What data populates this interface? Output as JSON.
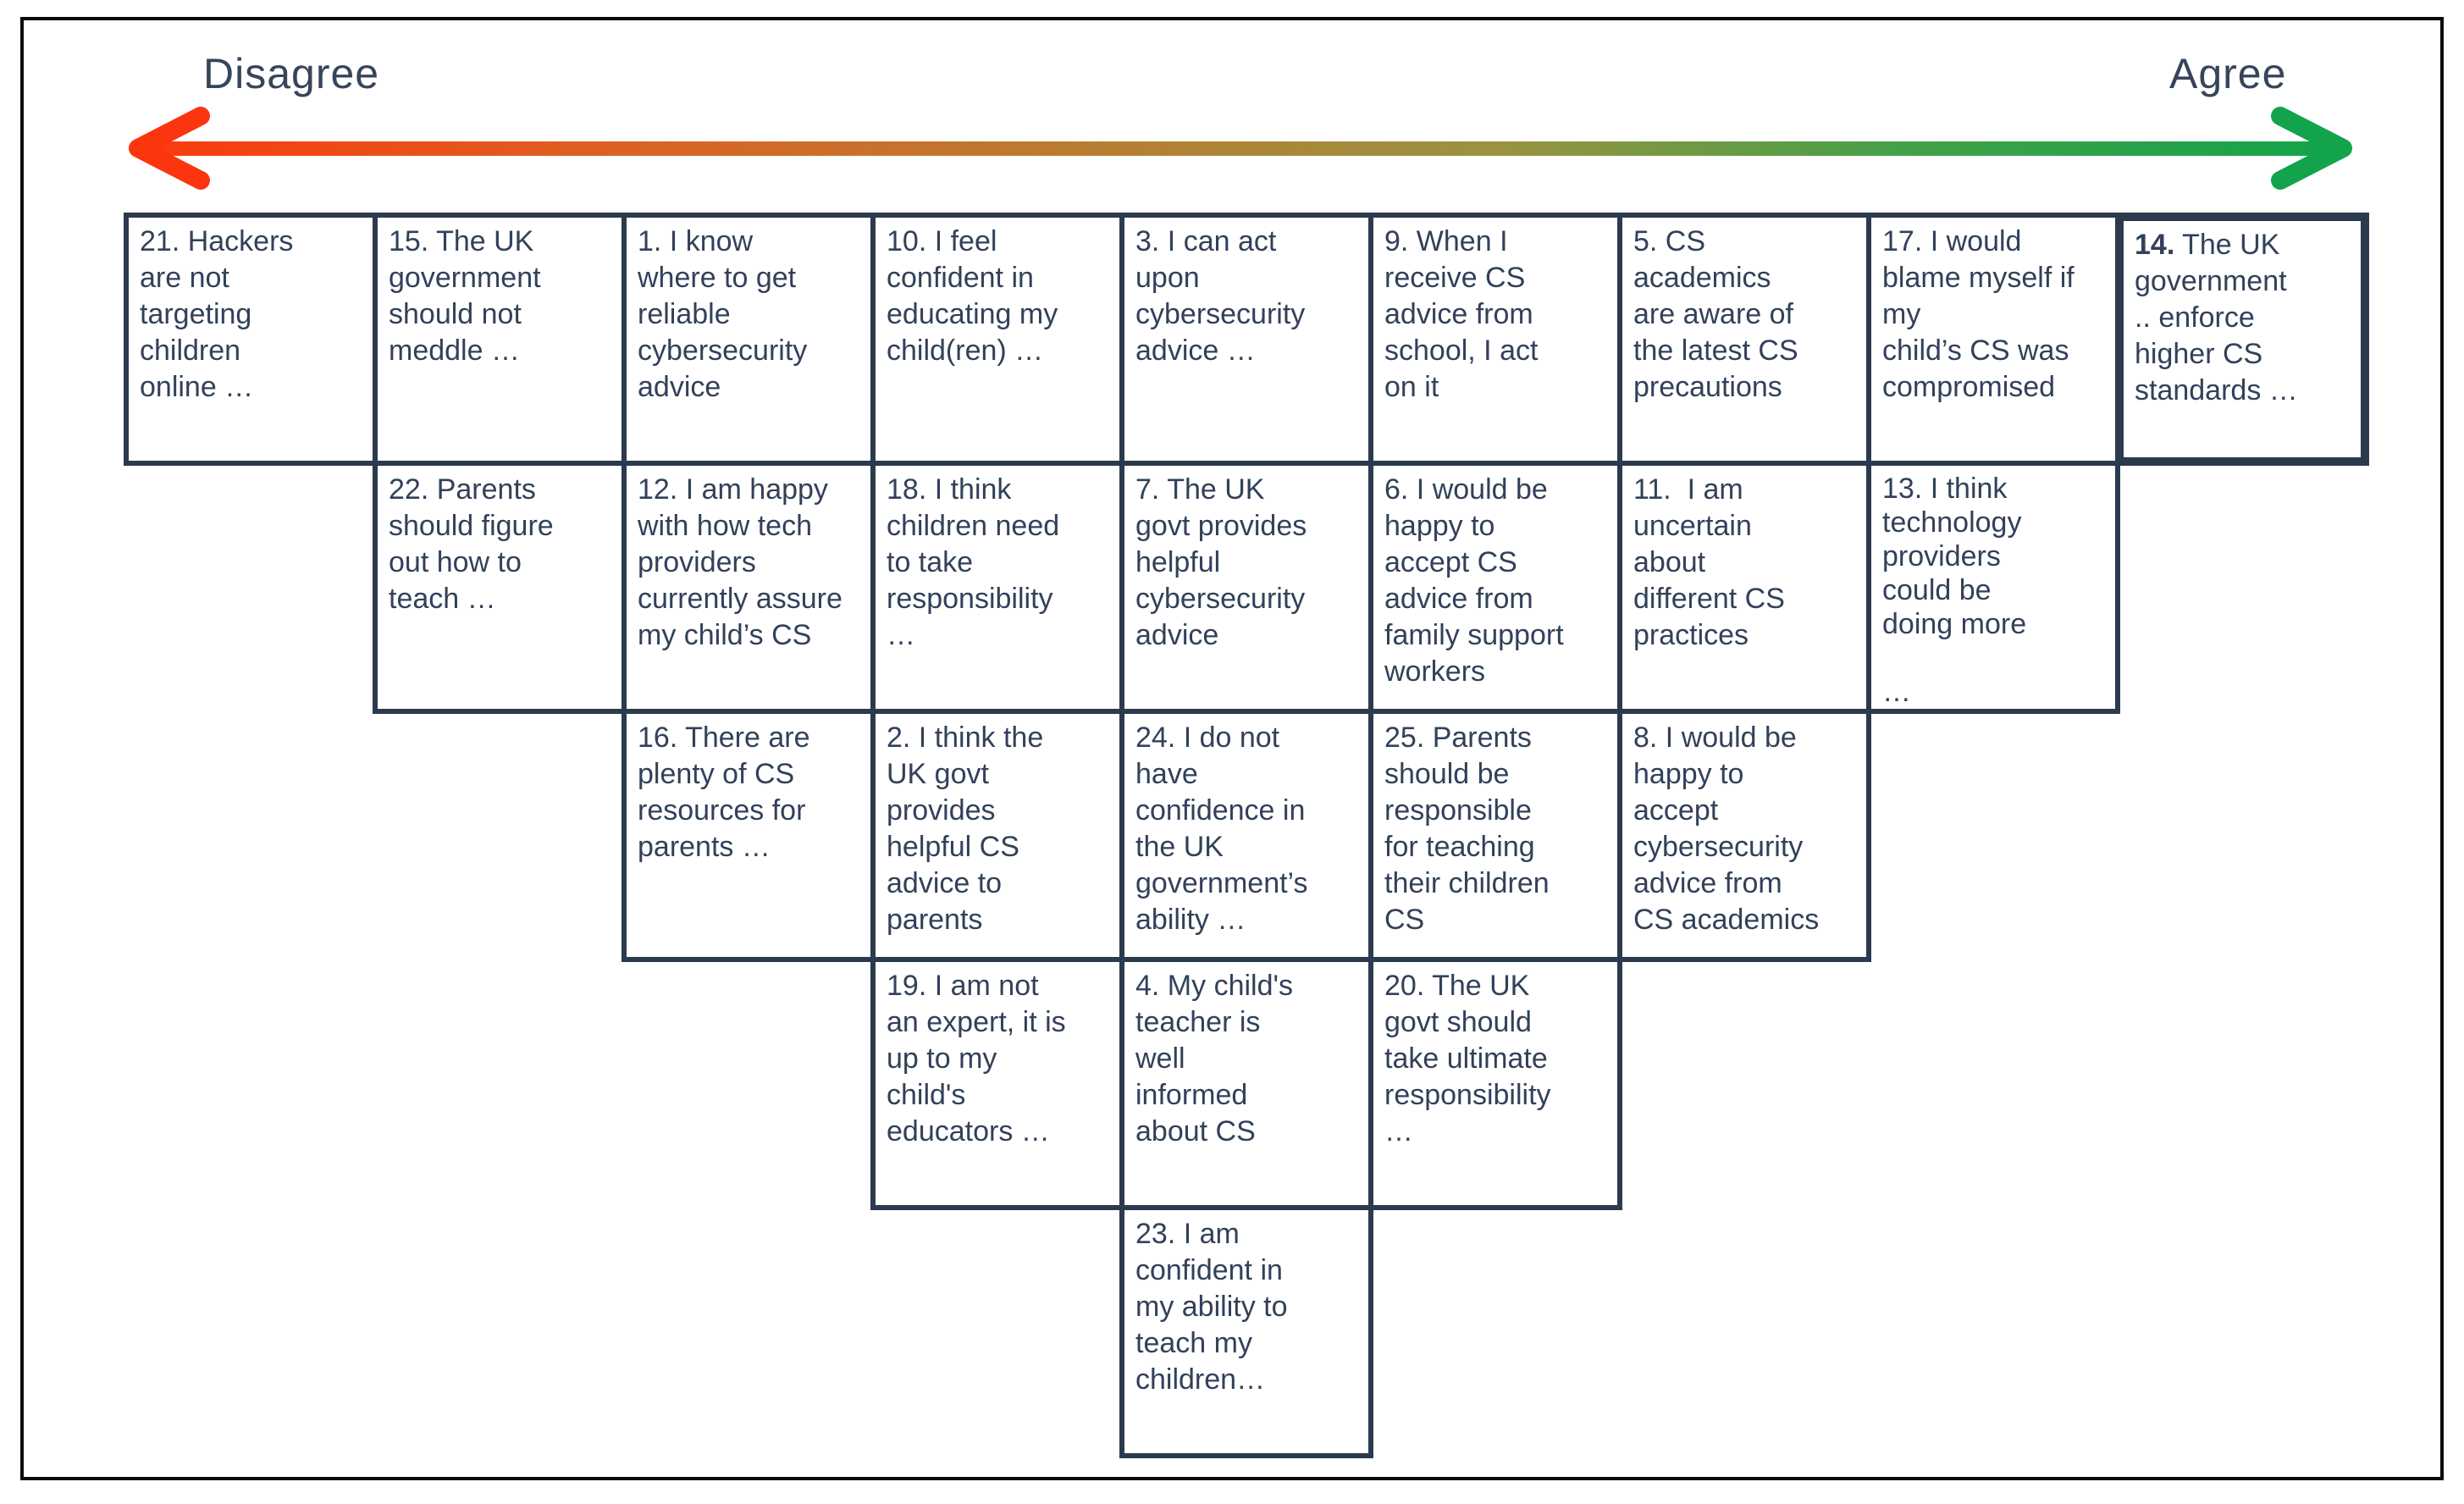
{
  "axis": {
    "left_label": "Disagree",
    "right_label": "Agree"
  },
  "colors": {
    "text": "#32415a",
    "cell_border": "#2c3a4e",
    "outer_frame": "#0a0a0a",
    "arrow_red": "#fb350e",
    "arrow_orange": "#d4682a",
    "arrow_olive": "#a98c3a",
    "arrow_green": "#13a44b"
  },
  "grid": {
    "columns": 9,
    "rows": 5,
    "cells": [
      {
        "id": 21,
        "row": 1,
        "col": 1,
        "text": "21. Hackers\nare not\ntargeting\nchildren\nonline …"
      },
      {
        "id": 15,
        "row": 1,
        "col": 2,
        "text": "15. The UK\ngovernment\nshould not\nmeddle …"
      },
      {
        "id": 1,
        "row": 1,
        "col": 3,
        "text": "1. I know\nwhere to get\nreliable\ncybersecurity\nadvice"
      },
      {
        "id": 10,
        "row": 1,
        "col": 4,
        "text": "10. I feel\nconfident in\neducating my\nchild(ren) …"
      },
      {
        "id": 3,
        "row": 1,
        "col": 5,
        "text": "3. I can act\nupon\ncybersecurity\nadvice …"
      },
      {
        "id": 9,
        "row": 1,
        "col": 6,
        "text": "9. When I\nreceive CS\nadvice from\nschool, I act\non it"
      },
      {
        "id": 5,
        "row": 1,
        "col": 7,
        "text": "5. CS\nacademics\nare aware of\nthe latest CS\nprecautions"
      },
      {
        "id": 17,
        "row": 1,
        "col": 8,
        "text": "17. I would\nblame myself if\nmy\nchild’s CS was\ncompromised"
      },
      {
        "id": 14,
        "row": 1,
        "col": 9,
        "num": "14.",
        "text": " The UK\ngovernment\n.. enforce\nhigher CS\nstandards …",
        "emphasized": true
      },
      {
        "id": 22,
        "row": 2,
        "col": 2,
        "text": "22. Parents\nshould figure\nout how to\nteach …"
      },
      {
        "id": 12,
        "row": 2,
        "col": 3,
        "text": "12. I am happy\nwith how tech\nproviders\ncurrently assure\nmy child’s CS"
      },
      {
        "id": 18,
        "row": 2,
        "col": 4,
        "text": "18. I think\nchildren need\nto take\nresponsibility\n…"
      },
      {
        "id": 7,
        "row": 2,
        "col": 5,
        "text": "7. The UK\ngovt provides\nhelpful\ncybersecurity\nadvice"
      },
      {
        "id": 6,
        "row": 2,
        "col": 6,
        "text": "6. I would be\nhappy to\naccept CS\nadvice from\nfamily support\nworkers"
      },
      {
        "id": 11,
        "row": 2,
        "col": 7,
        "text": "11.  I am\nuncertain\nabout\ndifferent CS\npractices"
      },
      {
        "id": 13,
        "row": 2,
        "col": 8,
        "text": "13. I think\ntechnology\nproviders\ncould be\ndoing more\n\n…"
      },
      {
        "id": 16,
        "row": 3,
        "col": 3,
        "text": "16. There are\nplenty of CS\nresources for\nparents …"
      },
      {
        "id": 2,
        "row": 3,
        "col": 4,
        "text": "2. I think the\nUK govt\nprovides\nhelpful CS\nadvice to\nparents"
      },
      {
        "id": 24,
        "row": 3,
        "col": 5,
        "text": "24. I do not\nhave\nconfidence in\nthe UK\ngovernment’s\nability …"
      },
      {
        "id": 25,
        "row": 3,
        "col": 6,
        "text": "25. Parents\nshould be\nresponsible\nfor teaching\ntheir children\nCS"
      },
      {
        "id": 8,
        "row": 3,
        "col": 7,
        "text": "8. I would be\nhappy to\naccept\ncybersecurity\nadvice from\nCS academics"
      },
      {
        "id": 19,
        "row": 4,
        "col": 4,
        "text": "19. I am not\nan expert, it is\nup to my\nchild's\neducators …"
      },
      {
        "id": 4,
        "row": 4,
        "col": 5,
        "text": "4. My child's\nteacher is\nwell\ninformed\nabout CS"
      },
      {
        "id": 20,
        "row": 4,
        "col": 6,
        "text": "20. The UK\ngovt should\ntake ultimate\nresponsibility\n…"
      },
      {
        "id": 23,
        "row": 5,
        "col": 5,
        "text": "23. I am\nconfident in\nmy ability to\nteach my\nchildren…"
      }
    ]
  }
}
